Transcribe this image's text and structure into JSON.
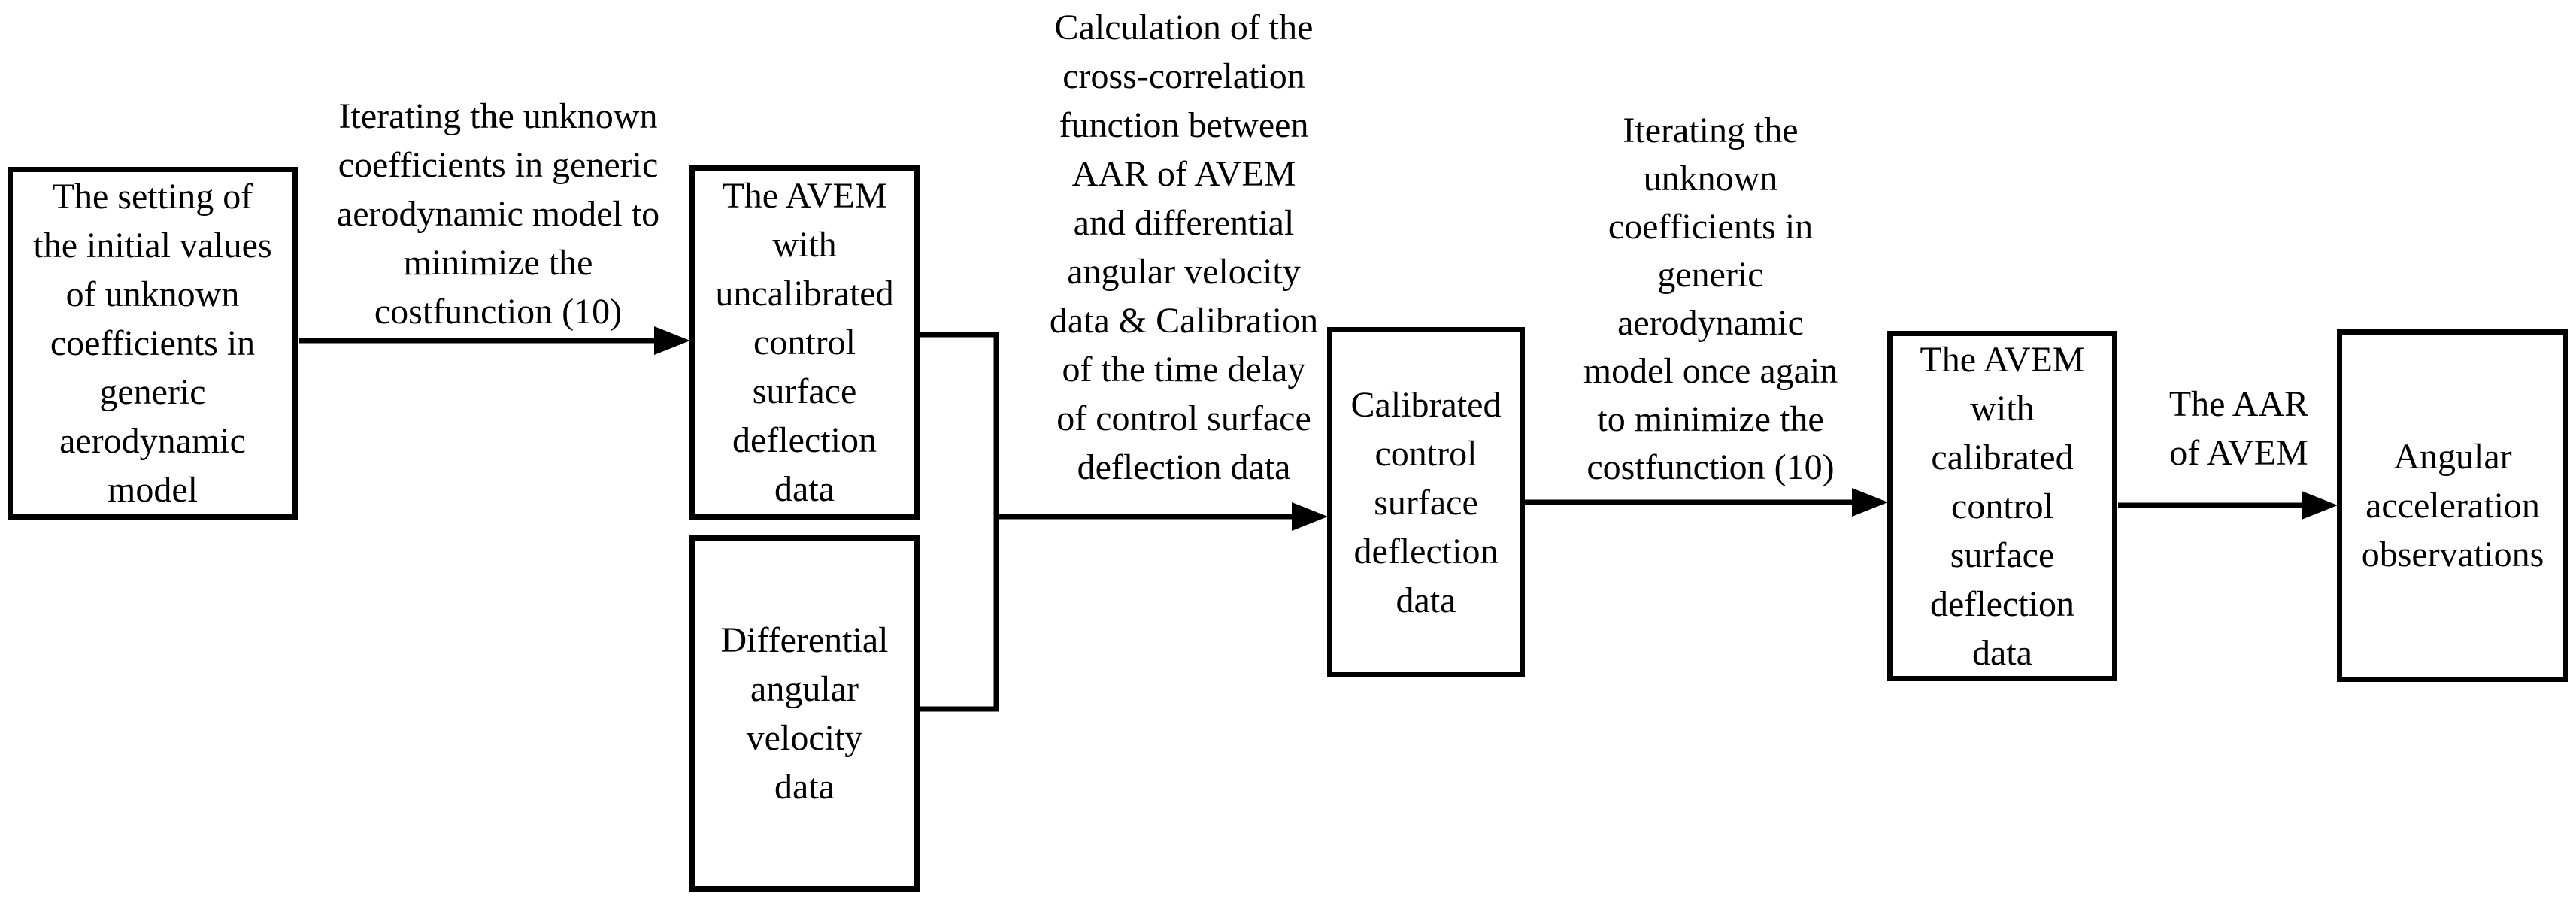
{
  "figure": {
    "type": "flowchart",
    "description": "Aerodynamic model calibration process flow"
  },
  "colors": {
    "background": "#ffffff",
    "line": "#000000",
    "text": "#000000"
  },
  "boxes": [
    {
      "name": "initial-coefficient-values",
      "text": "The setting of\nthe initial values\nof unknown\ncoefficients in\ngeneric\naerodynamic\nmodel"
    },
    {
      "name": "avem-uncalibrated",
      "text": "The AVEM\nwith\nuncalibrated\ncontrol\nsurface\ndeflection\ndata"
    },
    {
      "name": "differential-angular-velocity",
      "text": "Differential\nangular\nvelocity\ndata"
    },
    {
      "name": "calibrated-deflection-data",
      "text": "Calibrated\ncontrol\nsurface\ndeflection\ndata"
    },
    {
      "name": "avem-calibrated",
      "text": "The AVEM\nwith\ncalibrated\ncontrol\nsurface\ndeflection\ndata"
    },
    {
      "name": "angular-acceleration-observations",
      "text": "Angular\nacceleration\nobservations"
    }
  ],
  "edge_labels": [
    {
      "name": "iterate-costfunction-first",
      "text": "Iterating the unknown\ncoefficients in generic\naerodynamic model to\nminimize the\ncostfunction (10)"
    },
    {
      "name": "cross-correlation-calibration",
      "text": "Calculation of the\ncross-correlation\nfunction between\nAAR of AVEM\nand differential\nangular velocity\ndata & Calibration\nof the time delay\nof control surface\ndeflection data"
    },
    {
      "name": "iterate-costfunction-again",
      "text": "Iterating the\nunknown\ncoefficients in\ngeneric\naerodynamic\nmodel once again\nto minimize the\ncostfunction (10)"
    },
    {
      "name": "aar-of-avem",
      "text": "The AAR\nof AVEM"
    }
  ]
}
